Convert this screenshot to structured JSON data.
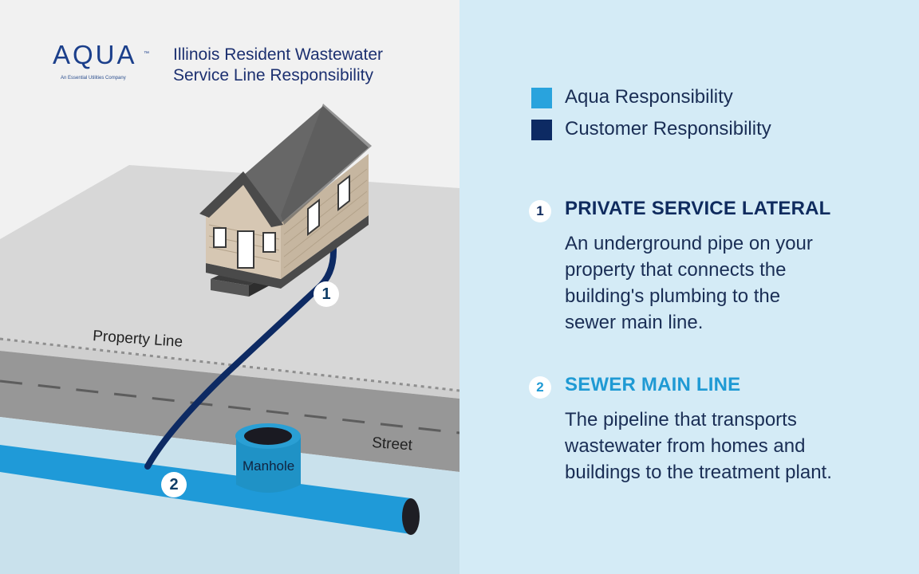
{
  "header": {
    "logo_text": "AQUA",
    "logo_tm": "™",
    "logo_tagline": "An Essential Utilities Company",
    "title_line1": "Illinois Resident Wastewater",
    "title_line2": "Service Line Responsibility"
  },
  "diagram": {
    "property_line_label": "Property Line",
    "street_label": "Street",
    "manhole_label": "Manhole",
    "marker_1": "1",
    "marker_2": "2"
  },
  "legend": [
    {
      "label": "Aqua Responsibility",
      "color": "#29a3dd"
    },
    {
      "label": "Customer Responsibility",
      "color": "#0d2a63"
    }
  ],
  "sections": [
    {
      "number": "1",
      "heading": "PRIVATE SERVICE LATERAL",
      "heading_color": "#0f2b5e",
      "body_lines": [
        "An underground pipe on your",
        "property that connects the",
        "building's plumbing to the",
        "sewer main line."
      ]
    },
    {
      "number": "2",
      "heading": "SEWER MAIN LINE",
      "heading_color": "#1f9ad4",
      "body_lines": [
        "The pipeline that transports",
        "wastewater from homes and",
        "buildings to the treatment plant."
      ]
    }
  ],
  "colors": {
    "aqua_blue": "#29a3dd",
    "customer_navy": "#0d2a63",
    "right_background": "#d4ebf6",
    "left_background": "#f1f1f1"
  }
}
